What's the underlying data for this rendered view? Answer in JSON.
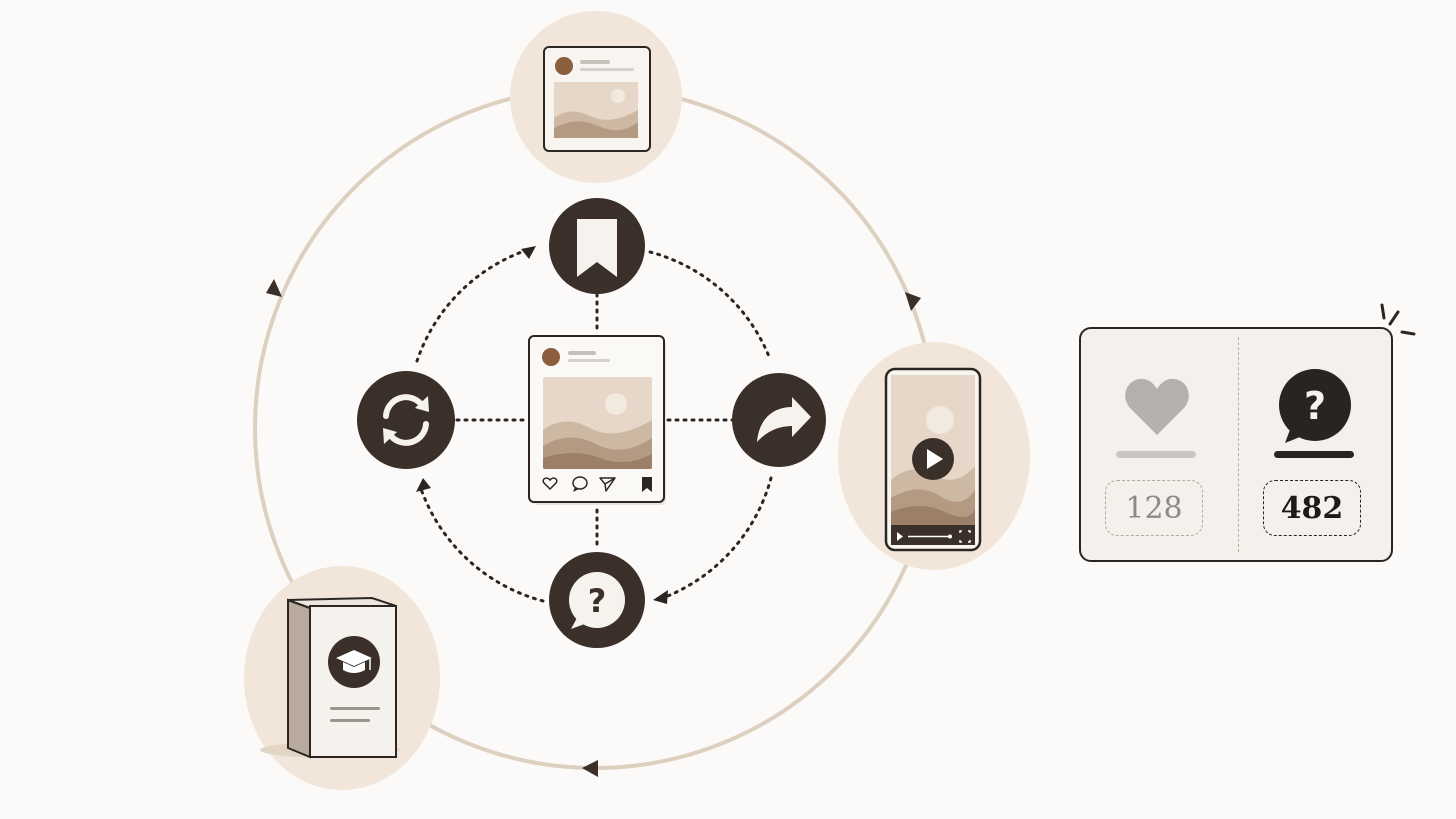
{
  "diagram": {
    "colors": {
      "background": "#fbfaf9",
      "ring": "#ddd0c0",
      "badge": "#f1e6d9",
      "dark": "#3b2f29",
      "stroke": "#2c2622",
      "mountain_light": "#cdb8a3",
      "mountain_mid": "#b49a83",
      "mountain_dark": "#9b7f68"
    },
    "outer_cycle": [
      "image-post-badge",
      "video-post-badge",
      "course-guide-badge"
    ],
    "inner_cycle": [
      "save-action",
      "share-action",
      "question-action",
      "repost-action"
    ],
    "center": "social-post-card",
    "video_badge_icons": [
      "play-icon",
      "fullscreen-icon"
    ],
    "course_badge_icon": "graduation-cap-icon"
  },
  "stats": {
    "likes_count": "128",
    "questions_count": "482",
    "likes_icon": "heart-icon",
    "questions_icon": "question-bubble-icon"
  }
}
